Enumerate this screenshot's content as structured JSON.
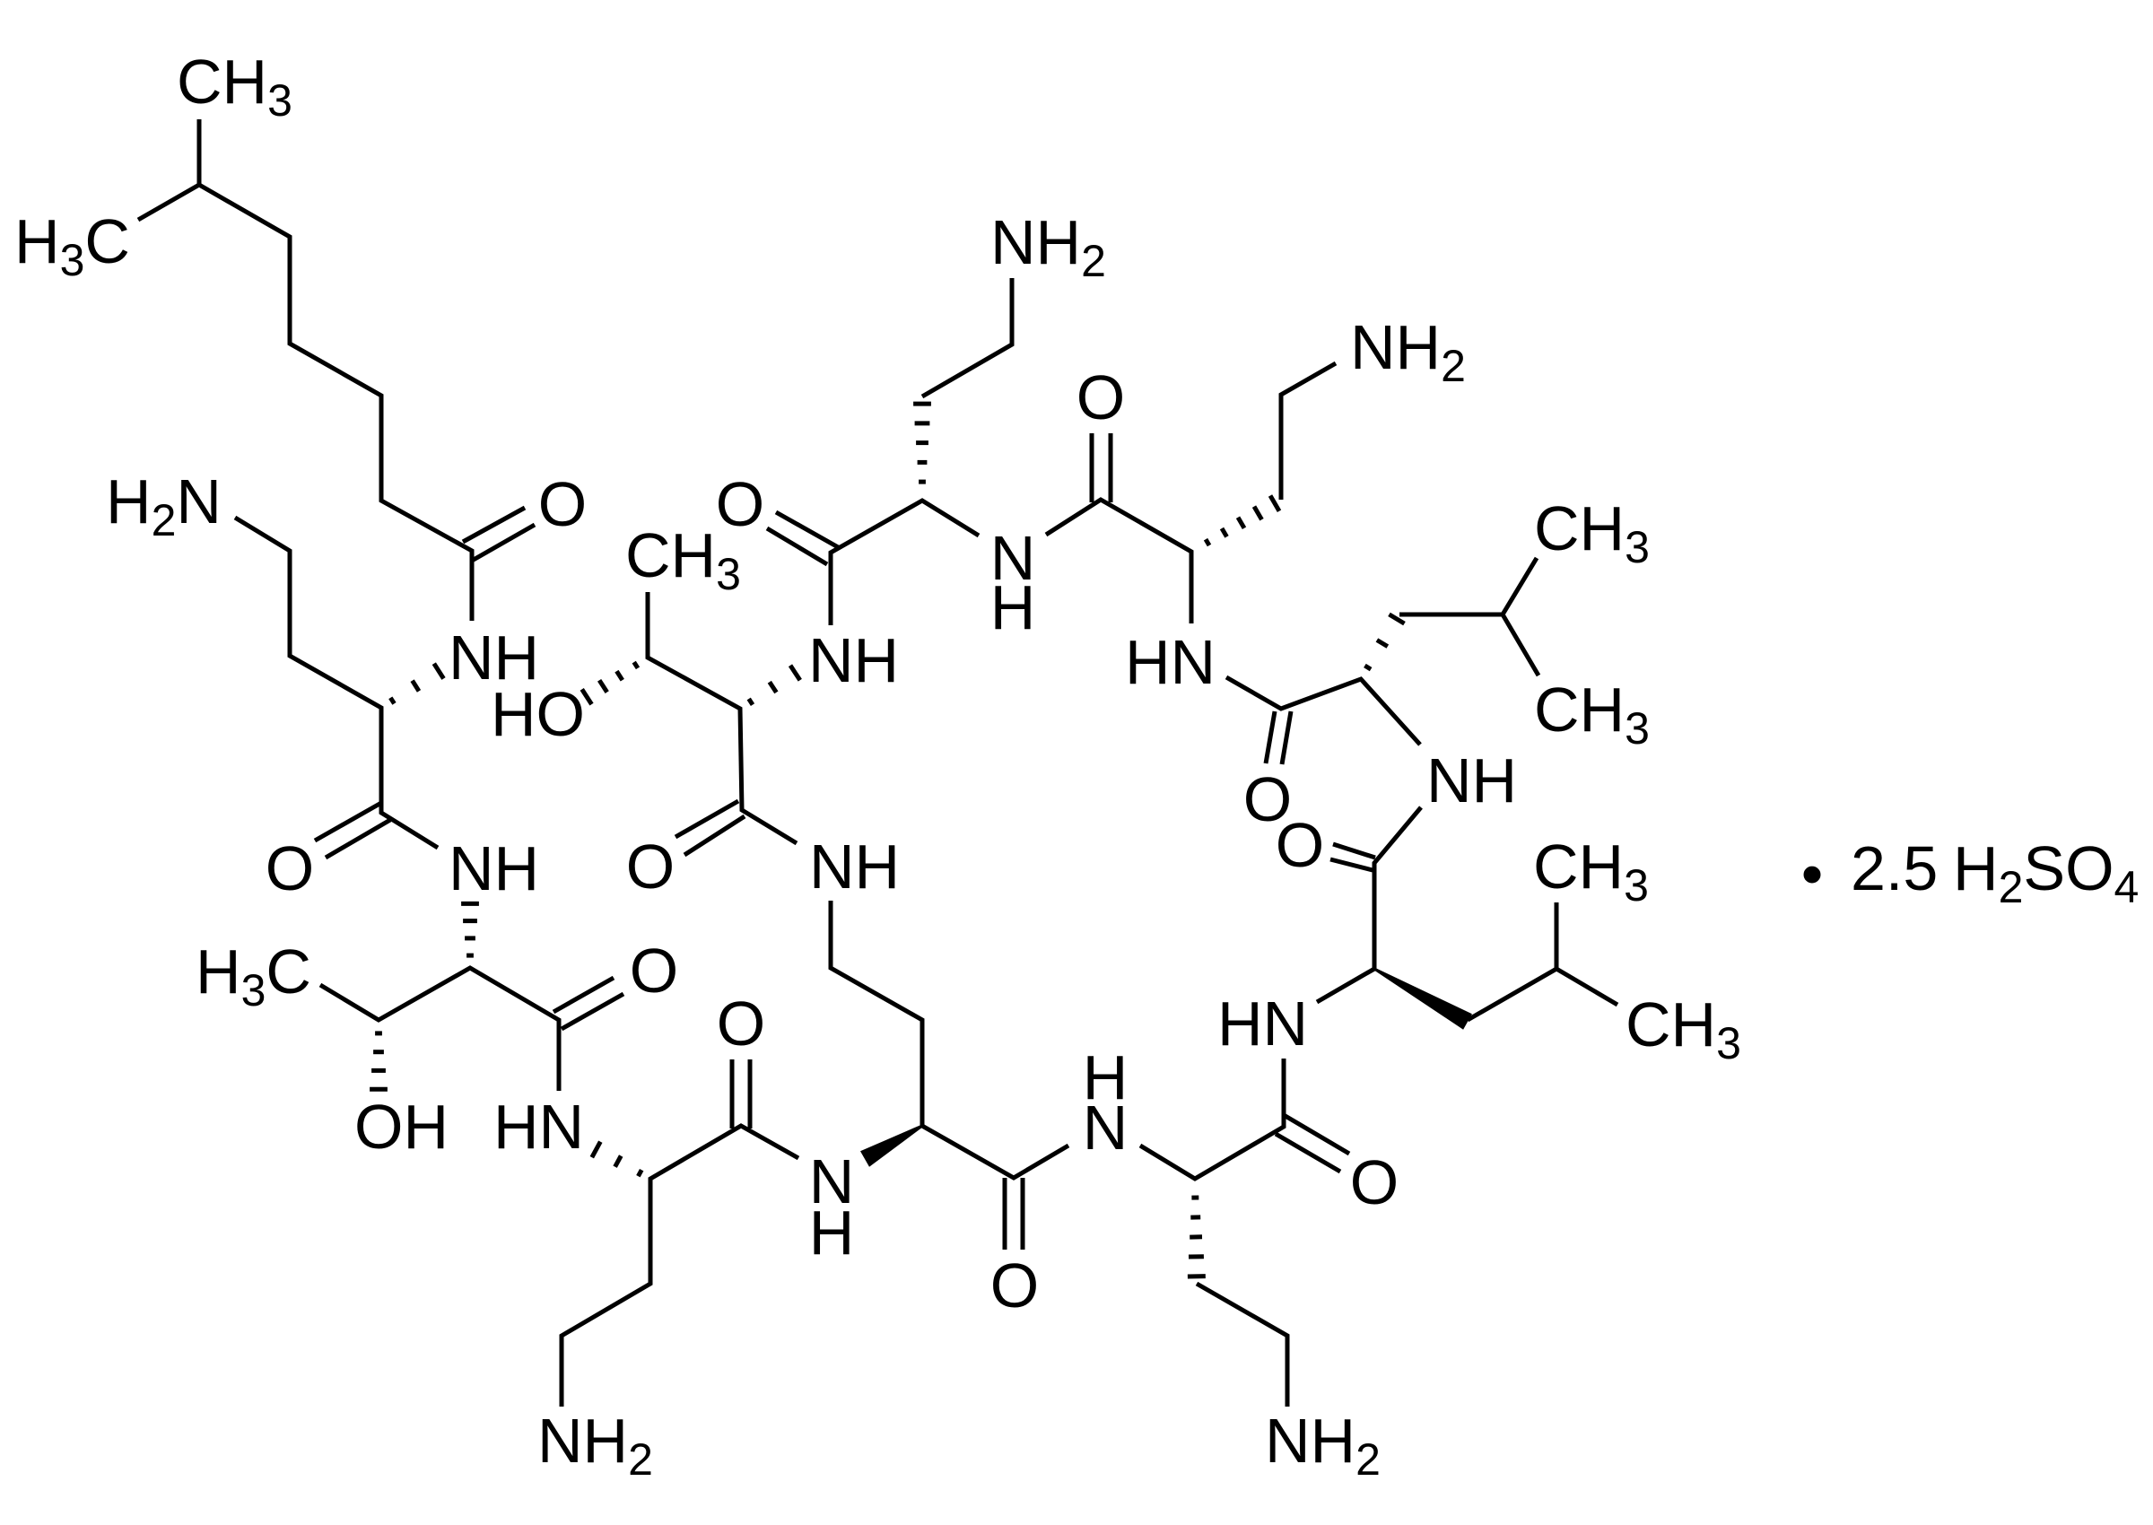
{
  "diagram": {
    "kind": "chemical-structure",
    "colors": {
      "background": "#ffffff",
      "ink": "#000000"
    }
  },
  "labels": {
    "fatty_ch3": [
      "CH",
      "3"
    ],
    "fatty_h3c": [
      "H",
      "3",
      "C"
    ],
    "fatty_carbonyl_o": "O",
    "dab1_h2n": [
      "H",
      "2",
      "N"
    ],
    "dab1_amide_nh": "NH",
    "dab1_carbonyl_o": "O",
    "thr2_nh": "NH",
    "thr2_h3c": [
      "H",
      "3",
      "C"
    ],
    "thr2_oh": "OH",
    "thr2_carbonyl_o": "O",
    "dab3_hn": "HN",
    "dab3_nh2": [
      "NH",
      "2"
    ],
    "dab3_carbonyl_o": "O",
    "dab4_n": "N",
    "dab4_h": "H",
    "dab4_carbonyl_o": "O",
    "dab5_h": "H",
    "dab5_n": "N",
    "dab5_nh2": [
      "NH",
      "2"
    ],
    "dab5_carbonyl_o": "O",
    "leu6_hn": "HN",
    "leu6_ch3_a": [
      "CH",
      "3"
    ],
    "leu6_ch3_b": [
      "CH",
      "3"
    ],
    "leu6_carbonyl_o": "O",
    "leu7_nh": "NH",
    "leu7_ch3_a": [
      "CH",
      "3"
    ],
    "leu7_ch3_b": [
      "CH",
      "3"
    ],
    "leu7_carbonyl_o": "O",
    "dab8_hn": "HN",
    "dab8_nh2": [
      "NH",
      "2"
    ],
    "dab8_carbonyl_o": "O",
    "dab9_n": "N",
    "dab9_h": "H",
    "dab9_nh2": [
      "NH",
      "2"
    ],
    "dab9_carbonyl_o": "O",
    "thr10_nh": "NH",
    "thr10_ch3": [
      "CH",
      "3"
    ],
    "thr10_ho": "HO",
    "thr10_carbonyl_o": "O",
    "lactam_nh": "NH"
  },
  "salt": {
    "separator": "•",
    "coefficient": "2.5",
    "formula": [
      "H",
      "2",
      "SO",
      "4"
    ]
  }
}
